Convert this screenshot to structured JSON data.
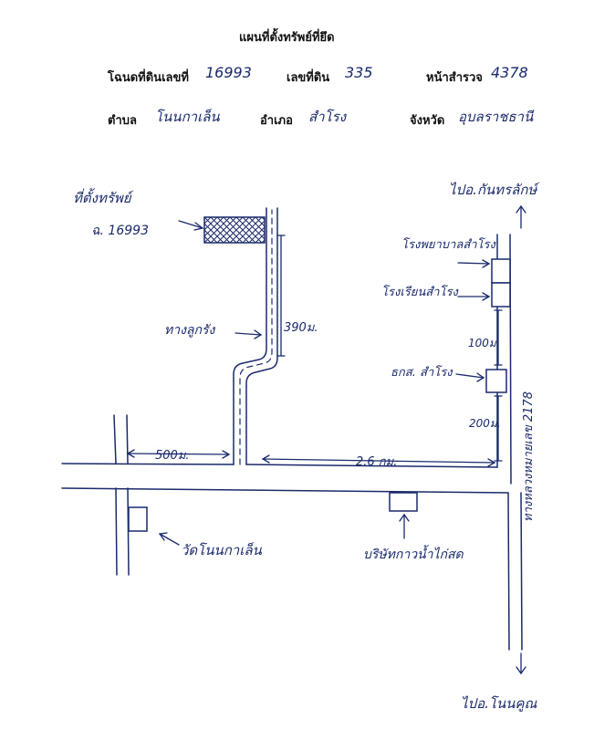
{
  "header": {
    "title": "แผนที่ตั้งทรัพย์ที่ยึด",
    "deed_label": "โฉนดที่ดินเลขที่",
    "deed_value": "16993",
    "land_no_label": "เลขที่ดิน",
    "land_no_value": "335",
    "survey_page_label": "หน้าสำรวจ",
    "survey_page_value": "4378",
    "subdistrict_label": "ตำบล",
    "subdistrict_value": "โนนกาเล็น",
    "district_label": "อำเภอ",
    "district_value": "สำโรง",
    "province_label": "จังหวัด",
    "province_value": "อุบลราชธานี"
  },
  "map": {
    "property_label": "ที่ตั้งทรัพย์",
    "property_deed": "ฉ. 16993",
    "lane_label": "ทางลูกรัง",
    "lane_length": "390ม.",
    "dist_left_road": "500ม.",
    "dist_main": "2.6 กม.",
    "to_north": "ไปอ.กันทรลักษ์",
    "to_south": "ไปอ.โนนคูณ",
    "highway_label": "ทางหลวงหมายเลข 2178",
    "hospital": "โรงพยาบาลสำโรง",
    "school": "โรงเรียนสำโรง",
    "dist_school_bank": "100ม.",
    "bank": "ธกส. สำโรง",
    "dist_bank_road": "200ม.",
    "temple": "วัดโนนกาเล็น",
    "company": "บริษัทกาวน้ำไก่สด"
  }
}
